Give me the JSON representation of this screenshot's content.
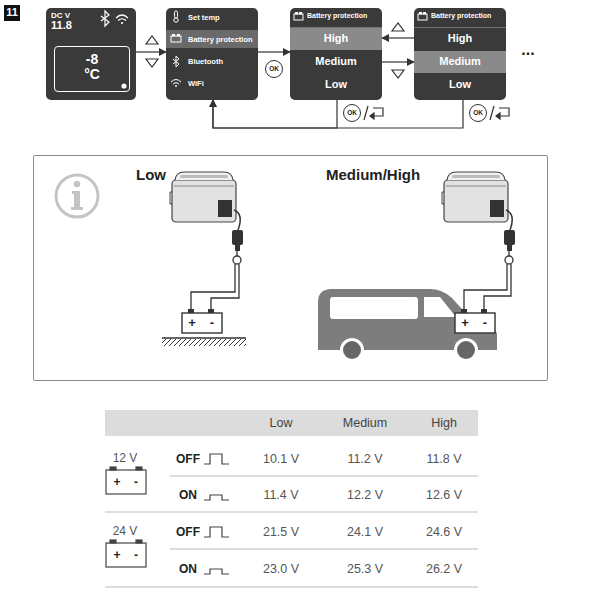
{
  "diagram": {
    "nodes": [
      {
        "text": [
          "11"
        ]
      },
      {
        "text": [
          "DC V",
          "11.8"
        ]
      },
      {
        "text": [
          "-8 °C"
        ],
        "in": 1
      },
      {
        "text": [
          "Set temp",
          "Battery protection",
          "Bluetooth",
          "WiFi"
        ]
      },
      {
        "text": [
          "OK"
        ]
      },
      {
        "text": [
          "Battery protection",
          "High",
          "Medium",
          "Low"
        ]
      },
      {
        "text": [
          "Battery protection",
          "High",
          "Medium",
          "Low"
        ]
      },
      {
        "text": [
          "OK"
        ]
      },
      {
        "text": [
          "OK"
        ]
      },
      {
        "text": [
          "Low",
          "Medium/High"
        ]
      }
    ],
    "edges": [
      {
        "from": 1,
        "to": 3,
        "arrow": "to"
      },
      {
        "from": 3,
        "to": 5,
        "arrow": "to"
      },
      {
        "from": 6,
        "to": 5,
        "arrow": "to"
      },
      {
        "from": 5,
        "to": 6,
        "arrow": "to"
      },
      {
        "from": 5,
        "to": 3,
        "arrow": "to"
      },
      {
        "from": 6,
        "to": 3,
        "arrow": "to"
      }
    ],
    "labels": [
      "...",
      "Low",
      "Medium",
      "High",
      "12 V",
      "+",
      "-",
      "OFF",
      "10.1 V",
      "11.2 V",
      "11.8 V",
      "ON",
      "11.4 V",
      "12.2 V",
      "12.6 V",
      "24 V",
      "+",
      "-",
      "OFF",
      "21.5 V",
      "24.1 V",
      "24.6 V",
      "ON",
      "23.0 V",
      "25.3 V",
      "26.2 V",
      "+",
      "-",
      "+",
      "-"
    ]
  }
}
